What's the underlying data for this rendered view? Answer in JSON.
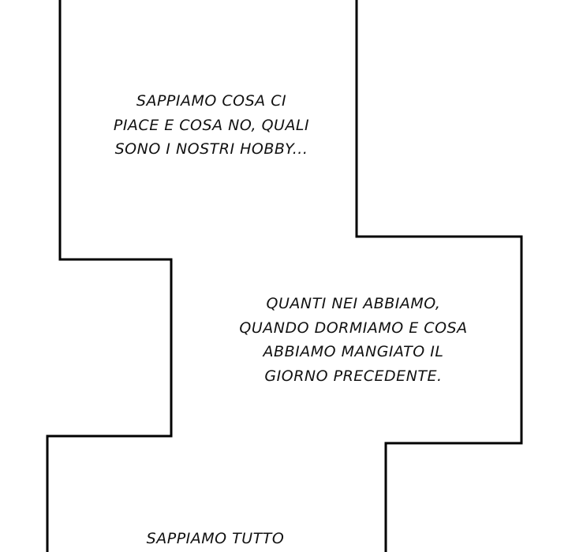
{
  "captions": [
    {
      "lines": [
        "SAPPIAMO COSA CI",
        "PIACE E COSA NO, QUALI",
        "SONO I NOSTRI HOBBY..."
      ]
    },
    {
      "lines": [
        "QUANTI NEI ABBIAMO,",
        "QUANDO DORMIAMO E COSA",
        "ABBIAMO MANGIATO IL",
        "GIORNO PRECEDENTE."
      ]
    },
    {
      "lines": [
        "SAPPIAMO TUTTO"
      ]
    }
  ]
}
